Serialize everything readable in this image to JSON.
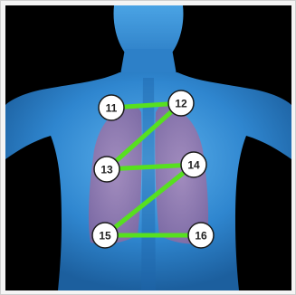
{
  "colors": {
    "background": "#000000",
    "body": "#3a8fd6",
    "lung_overlay": "#b06a9a",
    "connector": "#57e01f",
    "marker_fill": "#ffffff",
    "marker_stroke": "#1a1a1a"
  },
  "markers": [
    {
      "id": "m11",
      "label": "11"
    },
    {
      "id": "m12",
      "label": "12"
    },
    {
      "id": "m13",
      "label": "13"
    },
    {
      "id": "m14",
      "label": "14"
    },
    {
      "id": "m15",
      "label": "15"
    },
    {
      "id": "m16",
      "label": "16"
    }
  ],
  "sequence": [
    "11",
    "12",
    "13",
    "14",
    "15",
    "16"
  ]
}
